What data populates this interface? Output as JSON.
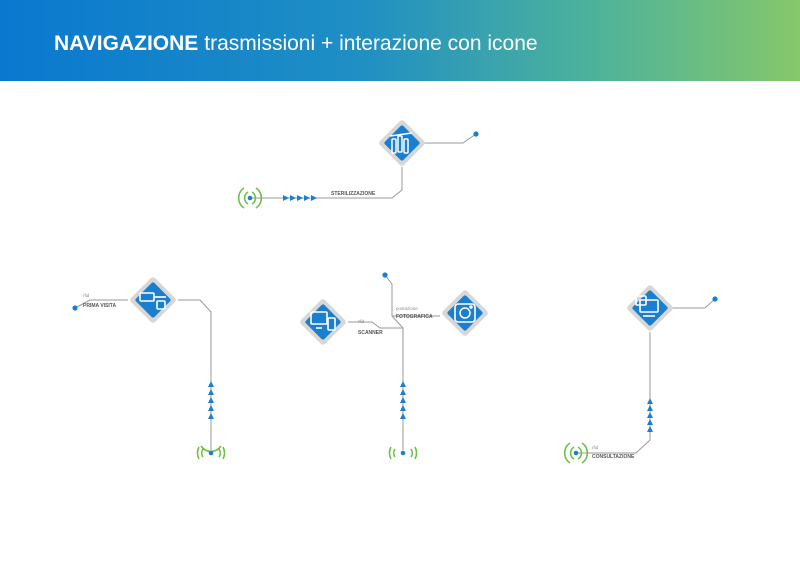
{
  "header": {
    "title_strong": "NAVIGAZIONE",
    "title_light": "trasmissioni + interazione con icone"
  },
  "colors": {
    "header_start": "#0a78cf",
    "header_end": "#86c76a",
    "icon_blue": "#1a7fcf",
    "line_gray": "#9a9a9a",
    "signal_green": "#6fbf4a"
  },
  "diagram": {
    "sterilizzazione": {
      "label": "STERILIZZAZIONE",
      "icon": "sterilization-tools-icon"
    },
    "prima_visita": {
      "small": "rfid",
      "label": "PRIMA VISITA",
      "icon": "dental-tool-icon"
    },
    "scanner": {
      "small": "rfid",
      "label": "SCANNER",
      "icon": "computer-scanner-icon"
    },
    "fotografica": {
      "small": "postazione",
      "label": "FOTOGRAFICA",
      "icon": "camera-icon"
    },
    "consultazione": {
      "small": "rfid",
      "label": "CONSULTAZIONE",
      "icon": "document-monitor-icon"
    }
  }
}
